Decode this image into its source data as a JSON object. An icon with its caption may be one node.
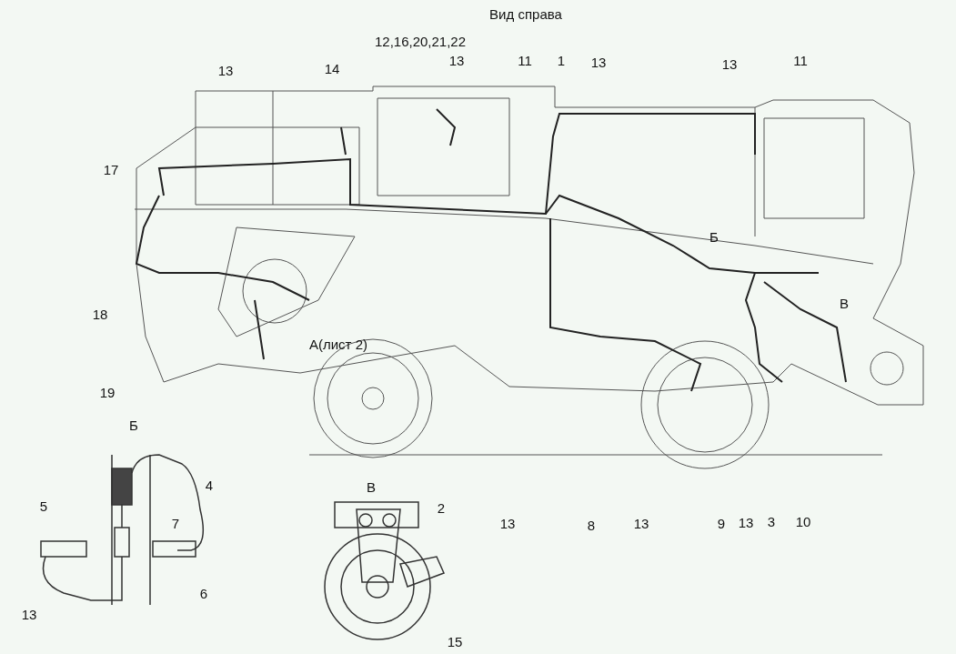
{
  "diagram": {
    "title": "Вид справа",
    "labels": [
      "12,16,20,21,22",
      "13",
      "14",
      "13",
      "11",
      "1",
      "13",
      "13",
      "11",
      "17",
      "Б",
      "В",
      "18",
      "А(лист 2)",
      "19",
      "Б",
      "4",
      "В",
      "5",
      "2",
      "7",
      "13",
      "8",
      "13",
      "9",
      "13",
      "3",
      "10",
      "6",
      "13",
      "15"
    ]
  }
}
